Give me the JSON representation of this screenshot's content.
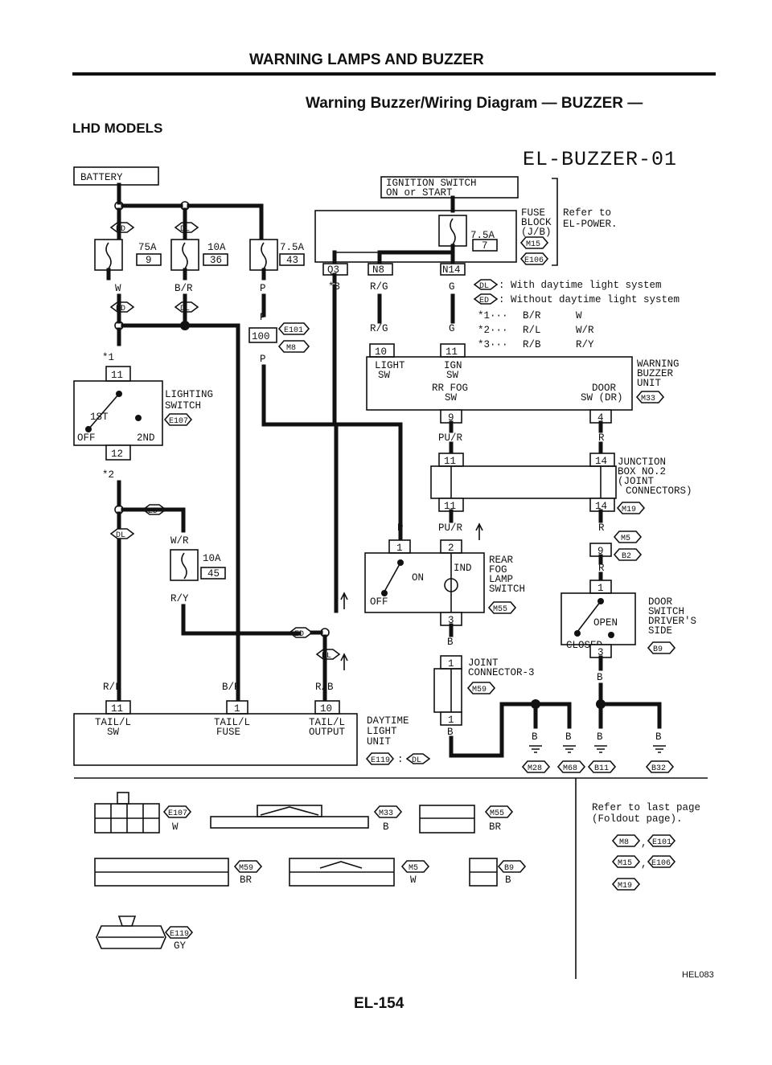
{
  "header": {
    "section_title": "WARNING LAMPS AND BUZZER",
    "diagram_title": "Warning Buzzer/Wiring Diagram — BUZZER —",
    "models": "LHD MODELS",
    "diagram_code": "EL-BUZZER-01"
  },
  "battery": "BATTERY",
  "ignition": {
    "line1": "IGNITION SWITCH",
    "line2": "ON or START"
  },
  "fuse_block": {
    "l1": "FUSE",
    "l2": "BLOCK",
    "l3": "(J/B)",
    "conn1": "M15",
    "conn2": "E106"
  },
  "refer_power": {
    "l1": "Refer to",
    "l2": "EL-POWER."
  },
  "fuses": [
    {
      "amp": "75A",
      "num": "9"
    },
    {
      "amp": "10A",
      "num": "36"
    },
    {
      "amp": "7.5A",
      "num": "43"
    },
    {
      "amp": "7.5A",
      "num": "7"
    },
    {
      "amp": "10A",
      "num": "45"
    }
  ],
  "conn_tags": {
    "q3": "Q3",
    "n8": "N8",
    "n14": "N14"
  },
  "legend": [
    {
      "badge": "DL",
      "text": ": With daytime light system"
    },
    {
      "badge": "ED",
      "text": ": Without daytime light system"
    }
  ],
  "star_notes": [
    {
      "star": "*1···",
      "dl": "B/R",
      "ed": "W"
    },
    {
      "star": "*2···",
      "dl": "R/L",
      "ed": "W/R"
    },
    {
      "star": "*3···",
      "dl": "R/B",
      "ed": "R/Y"
    }
  ],
  "badges": {
    "ed": "ED",
    "dl": "DL"
  },
  "marks": {
    "s1": "*1",
    "s2": "*2",
    "s3": "*3"
  },
  "wires": {
    "w": "W",
    "br": "B/R",
    "p": "P",
    "rg": "R/G",
    "g": "G",
    "wr": "W/R",
    "ry": "R/Y",
    "pur": "PU/R",
    "r": "R",
    "b": "B",
    "rl": "R/L",
    "rb": "R/B"
  },
  "pins": {
    "p1": "1",
    "p2": "2",
    "p3": "3",
    "p4": "4",
    "p9": "9",
    "p10": "10",
    "p11": "11",
    "p12": "12",
    "p14": "14",
    "p100": "100"
  },
  "lighting_switch": {
    "l1": "LIGHTING",
    "l2": "SWITCH",
    "conn": "E107",
    "off": "OFF",
    "first": "1ST",
    "second": "2ND"
  },
  "conn_e101": "E101",
  "conn_m8": "M8",
  "warning_unit": {
    "l1": "WARNING",
    "l2": "BUZZER",
    "l3": "UNIT",
    "conn": "M33",
    "light_sw": "LIGHT",
    "ign": "IGN",
    "sw": "SW",
    "rrfog1": "RR FOG",
    "rrfog2": "SW",
    "door1": "DOOR",
    "door2": "SW (DR)"
  },
  "junction": {
    "l1": "JUNCTION",
    "l2": "BOX NO.2",
    "l3": "(JOINT",
    "l4": "CONNECTORS)",
    "conn": "M19"
  },
  "rear_fog": {
    "l1": "REAR",
    "l2": "FOG",
    "l3": "LAMP",
    "l4": "SWITCH",
    "conn": "M55",
    "ind": "IND",
    "on": "ON",
    "off": "OFF"
  },
  "door_switch": {
    "l1": "DOOR",
    "l2": "SWITCH",
    "l3": "DRIVER'S",
    "l4": "SIDE",
    "conn": "B9",
    "open": "OPEN",
    "closed": "CLOSED",
    "c1": "M5",
    "c2": "B2"
  },
  "joint3": {
    "l1": "JOINT",
    "l2": "CONNECTOR-3",
    "conn": "M59"
  },
  "daytime": {
    "l1": "DAYTIME",
    "l2": "LIGHT",
    "l3": "UNIT",
    "conn": "E119",
    "sep": ":",
    "dl": "DL",
    "tail_sw1": "TAIL/L",
    "tail_sw2": "SW",
    "tail_fuse1": "TAIL/L",
    "tail_fuse2": "FUSE",
    "tail_out1": "TAIL/L",
    "tail_out2": "OUTPUT"
  },
  "grounds": [
    "M28",
    "M68",
    "B11",
    "B32"
  ],
  "connectors": {
    "e107_conn": "E107",
    "e107_color": "W",
    "m33_conn": "M33",
    "m33_color": "B",
    "m55_conn": "M55",
    "m55_color": "BR",
    "m59_conn": "M59",
    "m59_color": "BR",
    "m5_conn": "M5",
    "m5_color": "W",
    "b9_conn": "B9",
    "b9_color": "B",
    "e119_conn": "E119",
    "e119_color": "GY"
  },
  "refer_foldout": {
    "l1": "Refer to last page",
    "l2": "(Foldout page).",
    "comma": ",",
    "c1": "M8",
    "c2": "E101",
    "c3": "M15",
    "c4": "E106",
    "c5": "M19"
  },
  "footer": {
    "code": "HEL083",
    "page": "EL-154"
  }
}
